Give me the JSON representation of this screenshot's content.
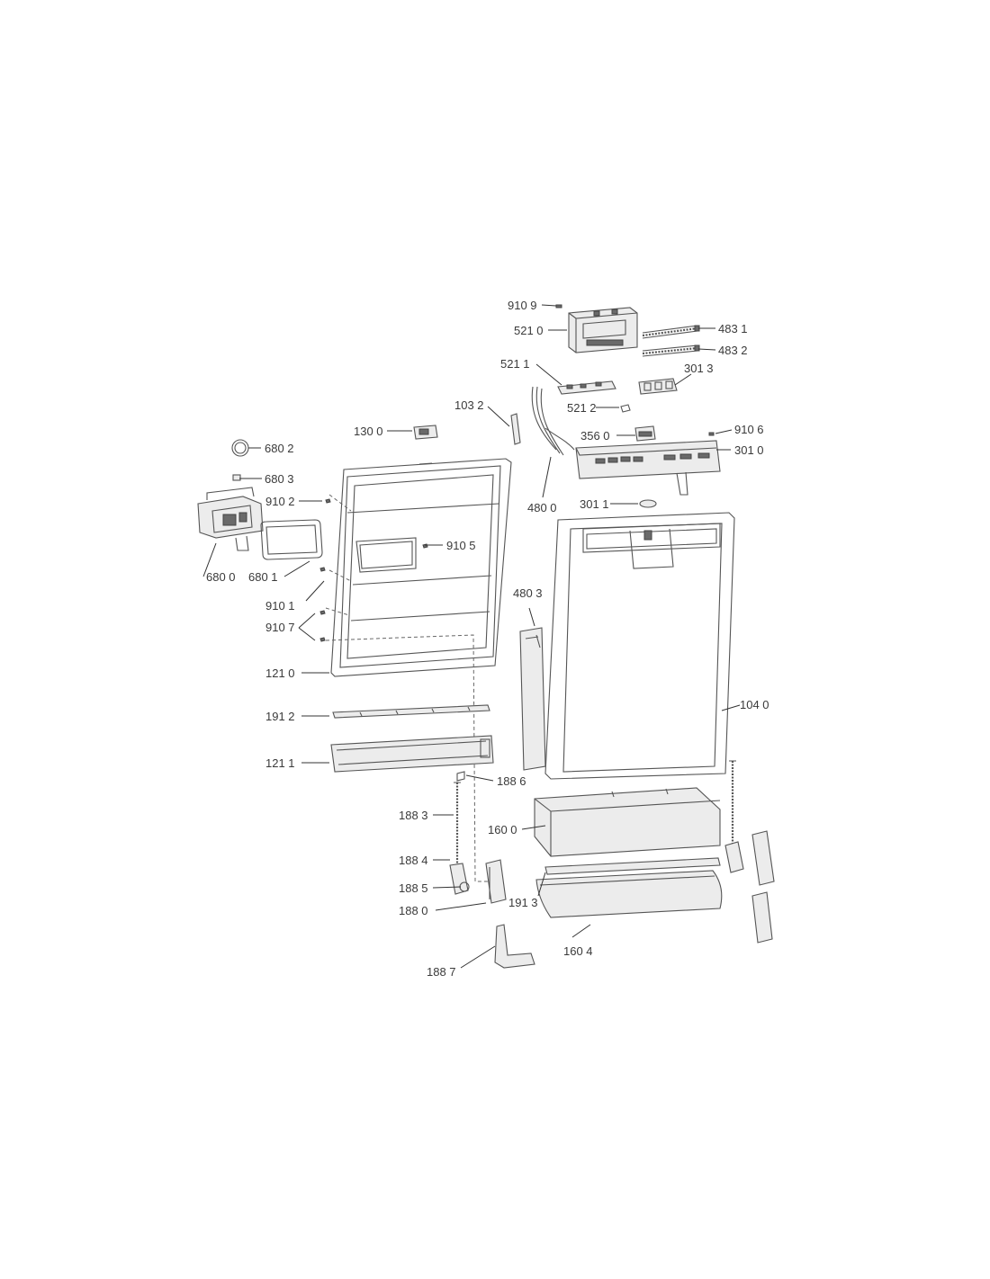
{
  "labels": {
    "p9109": "910 9",
    "p5210": "521 0",
    "p4831": "483 1",
    "p4832": "483 2",
    "p5211": "521 1",
    "p3013": "301 3",
    "p1032": "103 2",
    "p5212": "521 2",
    "p1300": "130 0",
    "p3560": "356 0",
    "p9106": "910 6",
    "p3010": "301 0",
    "p6802": "680 2",
    "p6803": "680 3",
    "p9102": "910 2",
    "p4800": "480 0",
    "p3011": "301 1",
    "p9105": "910 5",
    "p6800": "680 0",
    "p6801": "680 1",
    "p9101": "910 1",
    "p4803": "480 3",
    "p9107": "910 7",
    "p1210": "121 0",
    "p1040": "104 0",
    "p1912": "191 2",
    "p1211": "121 1",
    "p1886": "188 6",
    "p1883": "188 3",
    "p1600": "160 0",
    "p1884": "188 4",
    "p1885": "188 5",
    "p1913": "191 3",
    "p1880": "188 0",
    "p1604": "160 4",
    "p1887": "188 7"
  }
}
